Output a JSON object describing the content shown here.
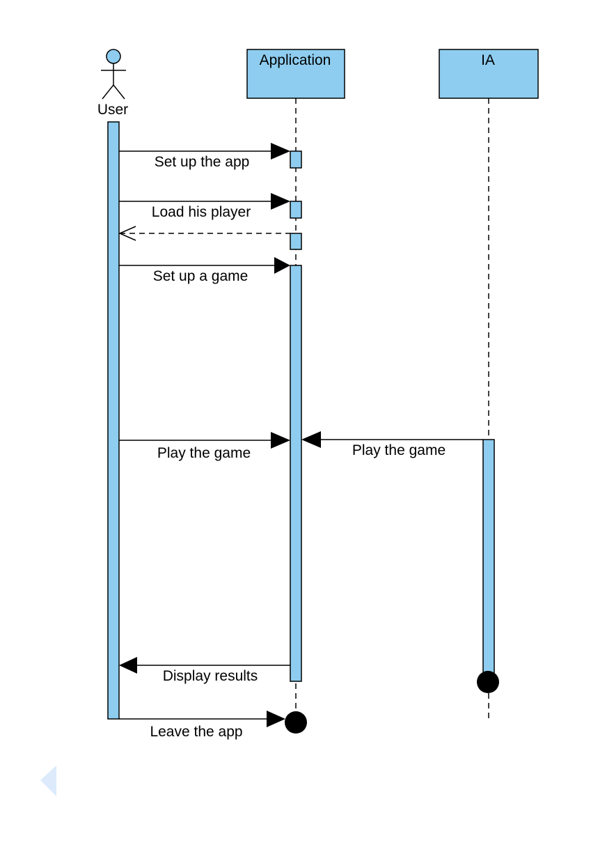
{
  "colors": {
    "fill": "#8ECDF0",
    "stroke": "#000000",
    "nav_arrow": "#DCEAFB"
  },
  "actors": {
    "user": {
      "label": "User"
    },
    "application": {
      "label": "Application"
    },
    "ia": {
      "label": "IA"
    }
  },
  "messages": {
    "set_up_app": "Set up the app",
    "load_player": "Load his player",
    "set_up_game": "Set up a game",
    "play_game_user": "Play the game",
    "play_game_ia": "Play the game",
    "display_results": "Display results",
    "leave_app": "Leave the app"
  },
  "icons": {
    "nav_left": "triangle-left-icon"
  }
}
